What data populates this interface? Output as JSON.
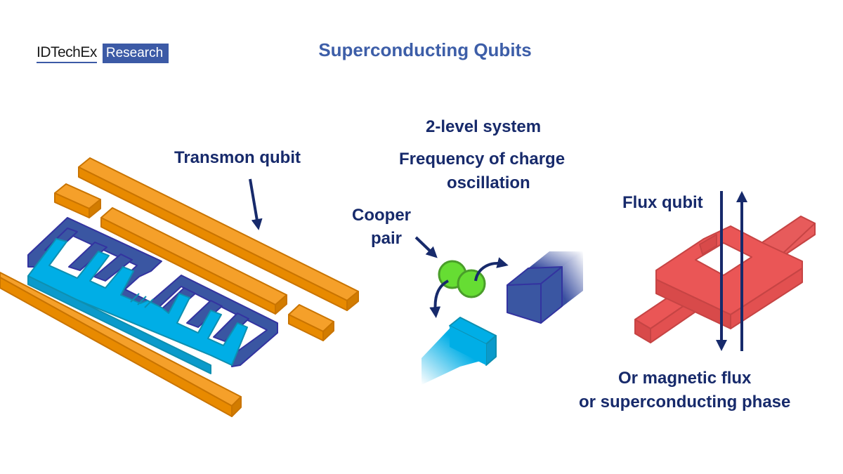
{
  "logo": {
    "brand": "IDTechEx",
    "tag": "Research"
  },
  "title": "Superconducting Qubits",
  "labels": {
    "transmon": "Transmon qubit",
    "two_level": "2-level system",
    "frequency_line1": "Frequency of charge",
    "frequency_line2": "oscillation",
    "cooper_line1": "Cooper",
    "cooper_line2": "pair",
    "flux": "Flux qubit",
    "magnetic_line1": "Or magnetic flux",
    "magnetic_line2": "or superconducting phase"
  },
  "colors": {
    "title": "#3d5ea8",
    "label": "#172a6b",
    "orange": "#f18f00",
    "orange_edge": "#c97400",
    "dark_blue": "#3a4fa0",
    "light_blue": "#00aee6",
    "green": "#66dd33",
    "red": "#ea5656"
  }
}
